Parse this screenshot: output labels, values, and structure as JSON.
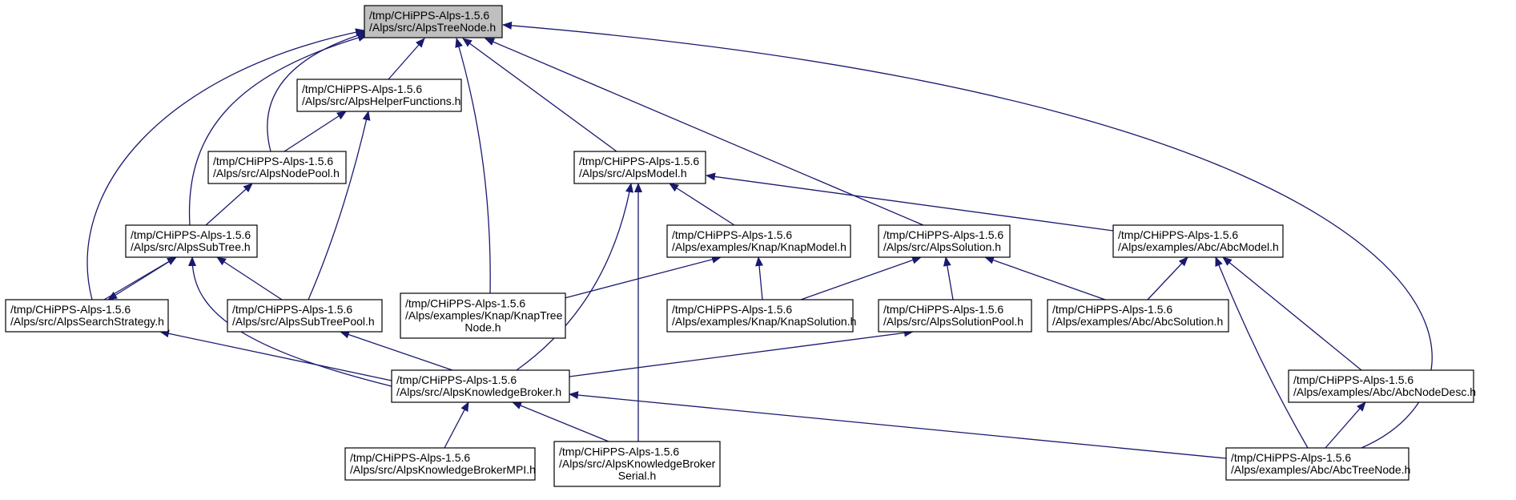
{
  "diagram_title": "",
  "colors": {
    "edge": "#191970",
    "node_border": "#000000",
    "node_fill": "#ffffff",
    "root_fill": "#bfbfbf"
  },
  "nodes": [
    {
      "id": "root",
      "lines": [
        "/tmp/CHiPPS-Alps-1.5.6",
        "/Alps/src/AlpsTreeNode.h"
      ],
      "highlighted": true
    },
    {
      "id": "helper",
      "lines": [
        "/tmp/CHiPPS-Alps-1.5.6",
        "/Alps/src/AlpsHelperFunctions.h"
      ]
    },
    {
      "id": "nodepool",
      "lines": [
        "/tmp/CHiPPS-Alps-1.5.6",
        "/Alps/src/AlpsNodePool.h"
      ]
    },
    {
      "id": "model",
      "lines": [
        "/tmp/CHiPPS-Alps-1.5.6",
        "/Alps/src/AlpsModel.h"
      ]
    },
    {
      "id": "subtree",
      "lines": [
        "/tmp/CHiPPS-Alps-1.5.6",
        "/Alps/src/AlpsSubTree.h"
      ]
    },
    {
      "id": "knapmodel",
      "lines": [
        "/tmp/CHiPPS-Alps-1.5.6",
        "/Alps/examples/Knap/KnapModel.h"
      ]
    },
    {
      "id": "solution",
      "lines": [
        "/tmp/CHiPPS-Alps-1.5.6",
        "/Alps/src/AlpsSolution.h"
      ]
    },
    {
      "id": "abcmodel",
      "lines": [
        "/tmp/CHiPPS-Alps-1.5.6",
        "/Alps/examples/Abc/AbcModel.h"
      ]
    },
    {
      "id": "searchstrategy",
      "lines": [
        "/tmp/CHiPPS-Alps-1.5.6",
        "/Alps/src/AlpsSearchStrategy.h"
      ]
    },
    {
      "id": "subtreepool",
      "lines": [
        "/tmp/CHiPPS-Alps-1.5.6",
        "/Alps/src/AlpsSubTreePool.h"
      ]
    },
    {
      "id": "knaptreenode",
      "lines": [
        "/tmp/CHiPPS-Alps-1.5.6",
        "/Alps/examples/Knap/KnapTree",
        "Node.h"
      ]
    },
    {
      "id": "knapsolution",
      "lines": [
        "/tmp/CHiPPS-Alps-1.5.6",
        "/Alps/examples/Knap/KnapSolution.h"
      ]
    },
    {
      "id": "solutionpool",
      "lines": [
        "/tmp/CHiPPS-Alps-1.5.6",
        "/Alps/src/AlpsSolutionPool.h"
      ]
    },
    {
      "id": "abcsolution",
      "lines": [
        "/tmp/CHiPPS-Alps-1.5.6",
        "/Alps/examples/Abc/AbcSolution.h"
      ]
    },
    {
      "id": "kb",
      "lines": [
        "/tmp/CHiPPS-Alps-1.5.6",
        "/Alps/src/AlpsKnowledgeBroker.h"
      ]
    },
    {
      "id": "abcnodedesc",
      "lines": [
        "/tmp/CHiPPS-Alps-1.5.6",
        "/Alps/examples/Abc/AbcNodeDesc.h"
      ]
    },
    {
      "id": "kbmpi",
      "lines": [
        "/tmp/CHiPPS-Alps-1.5.6",
        "/Alps/src/AlpsKnowledgeBrokerMPI.h"
      ]
    },
    {
      "id": "kbserial",
      "lines": [
        "/tmp/CHiPPS-Alps-1.5.6",
        "/Alps/src/AlpsKnowledgeBroker",
        "Serial.h"
      ]
    },
    {
      "id": "abctreenode",
      "lines": [
        "/tmp/CHiPPS-Alps-1.5.6",
        "/Alps/examples/Abc/AbcTreeNode.h"
      ]
    }
  ],
  "edges": [
    {
      "from": "helper",
      "to": "root"
    },
    {
      "from": "nodepool",
      "to": "root"
    },
    {
      "from": "model",
      "to": "root"
    },
    {
      "from": "subtree",
      "to": "root"
    },
    {
      "from": "solution",
      "to": "root"
    },
    {
      "from": "searchstrategy",
      "to": "root"
    },
    {
      "from": "knaptreenode",
      "to": "root"
    },
    {
      "from": "abctreenode",
      "to": "root"
    },
    {
      "from": "nodepool",
      "to": "helper"
    },
    {
      "from": "subtreepool",
      "to": "helper"
    },
    {
      "from": "subtree",
      "to": "nodepool"
    },
    {
      "from": "knapmodel",
      "to": "model"
    },
    {
      "from": "abcmodel",
      "to": "model"
    },
    {
      "from": "kb",
      "to": "model"
    },
    {
      "from": "kbserial",
      "to": "model"
    },
    {
      "from": "searchstrategy",
      "to": "subtree"
    },
    {
      "from": "subtree",
      "to": "searchstrategy"
    },
    {
      "from": "subtreepool",
      "to": "subtree"
    },
    {
      "from": "kb",
      "to": "subtree"
    },
    {
      "from": "knaptreenode",
      "to": "knapmodel"
    },
    {
      "from": "knapsolution",
      "to": "knapmodel"
    },
    {
      "from": "knapsolution",
      "to": "solution"
    },
    {
      "from": "solutionpool",
      "to": "solution"
    },
    {
      "from": "abcsolution",
      "to": "solution"
    },
    {
      "from": "abcsolution",
      "to": "abcmodel"
    },
    {
      "from": "abcnodedesc",
      "to": "abcmodel"
    },
    {
      "from": "abctreenode",
      "to": "abcmodel"
    },
    {
      "from": "kb",
      "to": "searchstrategy"
    },
    {
      "from": "kb",
      "to": "subtreepool"
    },
    {
      "from": "kb",
      "to": "solutionpool"
    },
    {
      "from": "kbmpi",
      "to": "kb"
    },
    {
      "from": "kbserial",
      "to": "kb"
    },
    {
      "from": "abctreenode",
      "to": "kb"
    },
    {
      "from": "abctreenode",
      "to": "abcnodedesc"
    }
  ]
}
